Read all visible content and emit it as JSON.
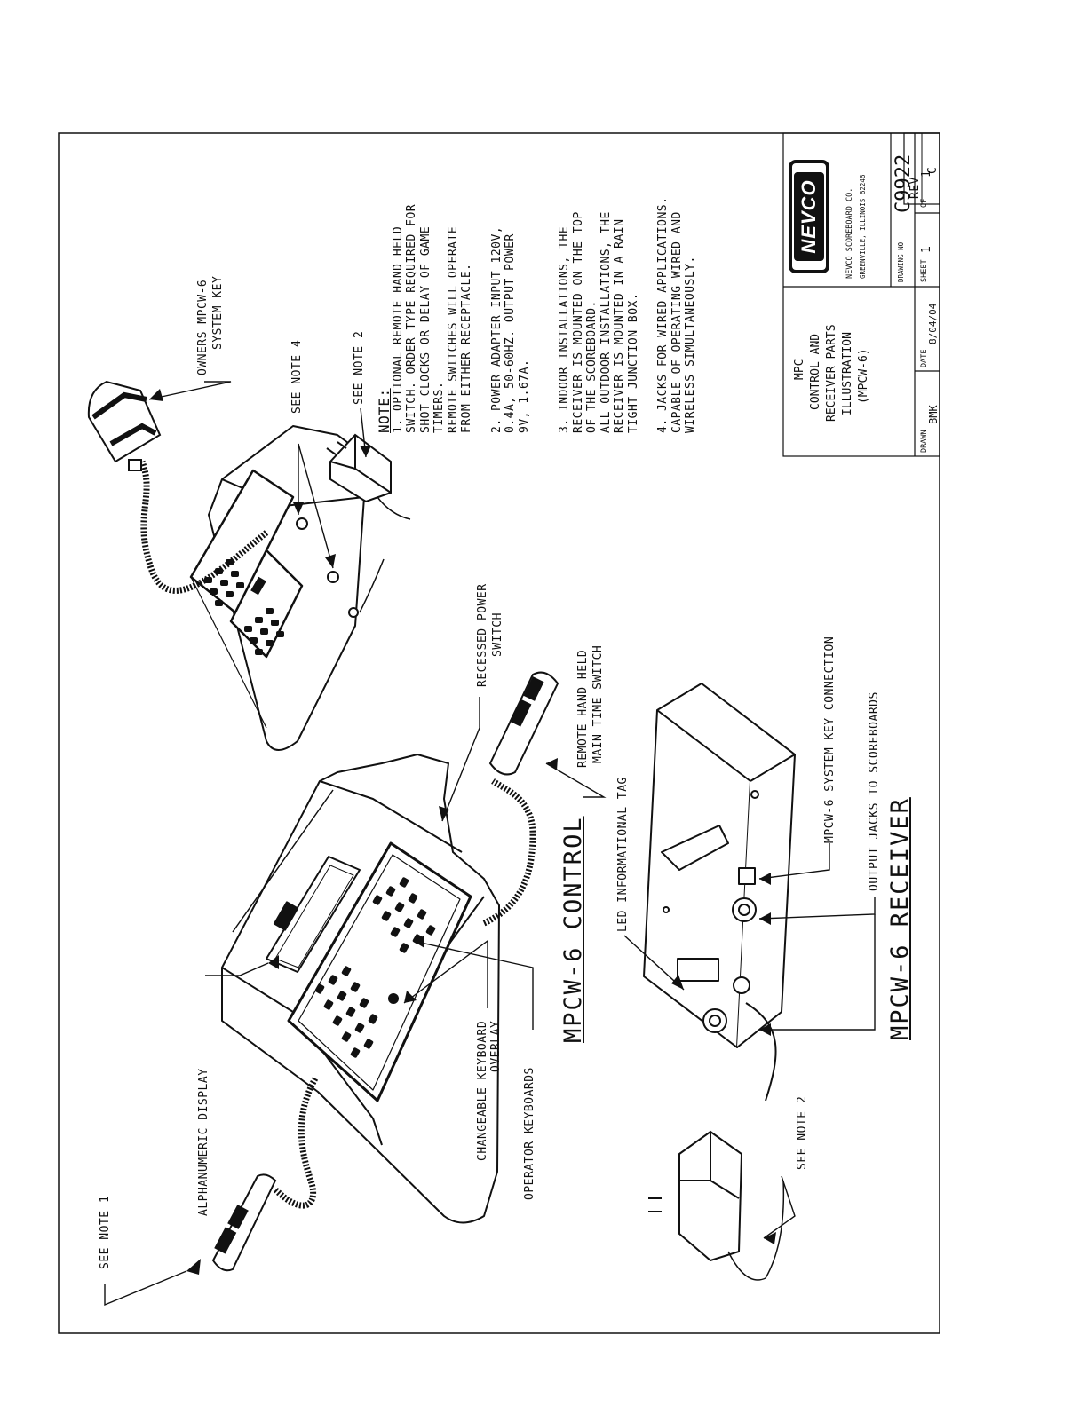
{
  "rev": {
    "label": "REV",
    "value": "C"
  },
  "callouts": {
    "see_note_1": "SEE NOTE 1",
    "alphanumeric_display": "ALPHANUMERIC DISPLAY",
    "changeable_keyboard_1": "CHANGEABLE KEYBOARD",
    "changeable_keyboard_2": "OVERLAY",
    "operator_keyboards": "OPERATOR KEYBOARDS",
    "see_note_2_lower": "SEE NOTE 2",
    "led_informational_tag": "LED INFORMATIONAL TAG",
    "remote_hand_held_1": "REMOTE HAND HELD",
    "remote_hand_held_2": "MAIN TIME SWITCH",
    "recessed_power_1": "RECESSED POWER",
    "recessed_power_2": "SWITCH",
    "system_key_connection": "MPCW-6 SYSTEM KEY CONNECTION",
    "output_jacks": "OUTPUT JACKS TO SCOREBOARDS",
    "owners_key_1": "OWNERS MPCW-6",
    "owners_key_2": "SYSTEM KEY",
    "see_note_4": "SEE NOTE 4",
    "see_note_2_upper": "SEE NOTE 2"
  },
  "headings": {
    "control": "MPCW-6 CONTROL",
    "receiver": "MPCW-6 RECEIVER"
  },
  "notes": {
    "heading": "NOTE:",
    "n1": [
      "1. OPTIONAL REMOTE HAND HELD",
      "SWITCH. ORDER TYPE REQUIRED FOR",
      "SHOT CLOCKS OR DELAY OF GAME",
      "TIMERS.",
      "REMOTE SWITCHES WILL OPERATE",
      "FROM EITHER RECEPTACLE."
    ],
    "n2": [
      "2. POWER ADAPTER INPUT 120V,",
      "0.4A, 50-60HZ. OUTPUT POWER",
      "9V, 1.67A."
    ],
    "n3": [
      "3. INDOOR INSTALLATIONS, THE",
      "RECEIVER IS MOUNTED ON THE TOP",
      "OF THE SCOREBOARD.",
      "ALL OUTDOOR INSTALLATIONS, THE",
      "RECEIVER IS MOUNTED IN A RAIN",
      "TIGHT JUNCTION BOX."
    ],
    "n4": [
      "4. JACKS FOR WIRED APPLICATIONS.",
      "CAPABLE OF OPERATING WIRED AND",
      "WIRELESS SIMULTANEOUSLY."
    ]
  },
  "title_block": {
    "title": [
      "MPC",
      "CONTROL AND",
      "RECEIVER PARTS",
      "ILLUSTRATION",
      "(MPCW-6)"
    ],
    "logo": "NEVCO",
    "company": "NEVCO SCOREBOARD CO.",
    "city": "GREENVILLE, ILLINOIS 62246",
    "drawing_no_label": "DRAWING NO",
    "drawing_no": "C9922",
    "sheet_label": "SHEET",
    "sheet": "1",
    "of_label": "OF",
    "of": "1",
    "drawn_label": "DRAWN",
    "drawn": "BMK",
    "date_label": "DATE",
    "date": "8/04/04"
  }
}
